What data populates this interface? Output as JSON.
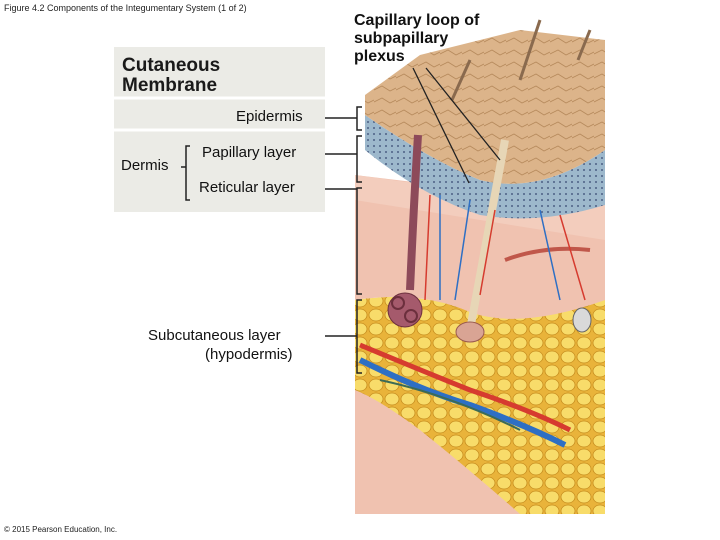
{
  "figure_caption": "Figure 4.2 Components of the Integumentary System (1 of 2)",
  "capillary_label": [
    "Capillary loop of",
    "subpapillary",
    "plexus"
  ],
  "panel_title": [
    "Cutaneous",
    "Membrane"
  ],
  "labels": {
    "epidermis": "Epidermis",
    "dermis": "Dermis",
    "papillary": "Papillary layer",
    "reticular": "Reticular layer",
    "subcutaneous": "Subcutaneous layer",
    "hypodermis": "(hypodermis)"
  },
  "copyright": "© 2015 Pearson Education, Inc.",
  "colors": {
    "label_panel": "#ebebe6",
    "skin_surface": "#dcb48a",
    "epidermis": "#9db8cc",
    "dermis": "#f0c2b0",
    "fat": "#f5d35a",
    "artery": "#d63b2f",
    "vein": "#2e6fc4",
    "leader_line": "#222222"
  }
}
